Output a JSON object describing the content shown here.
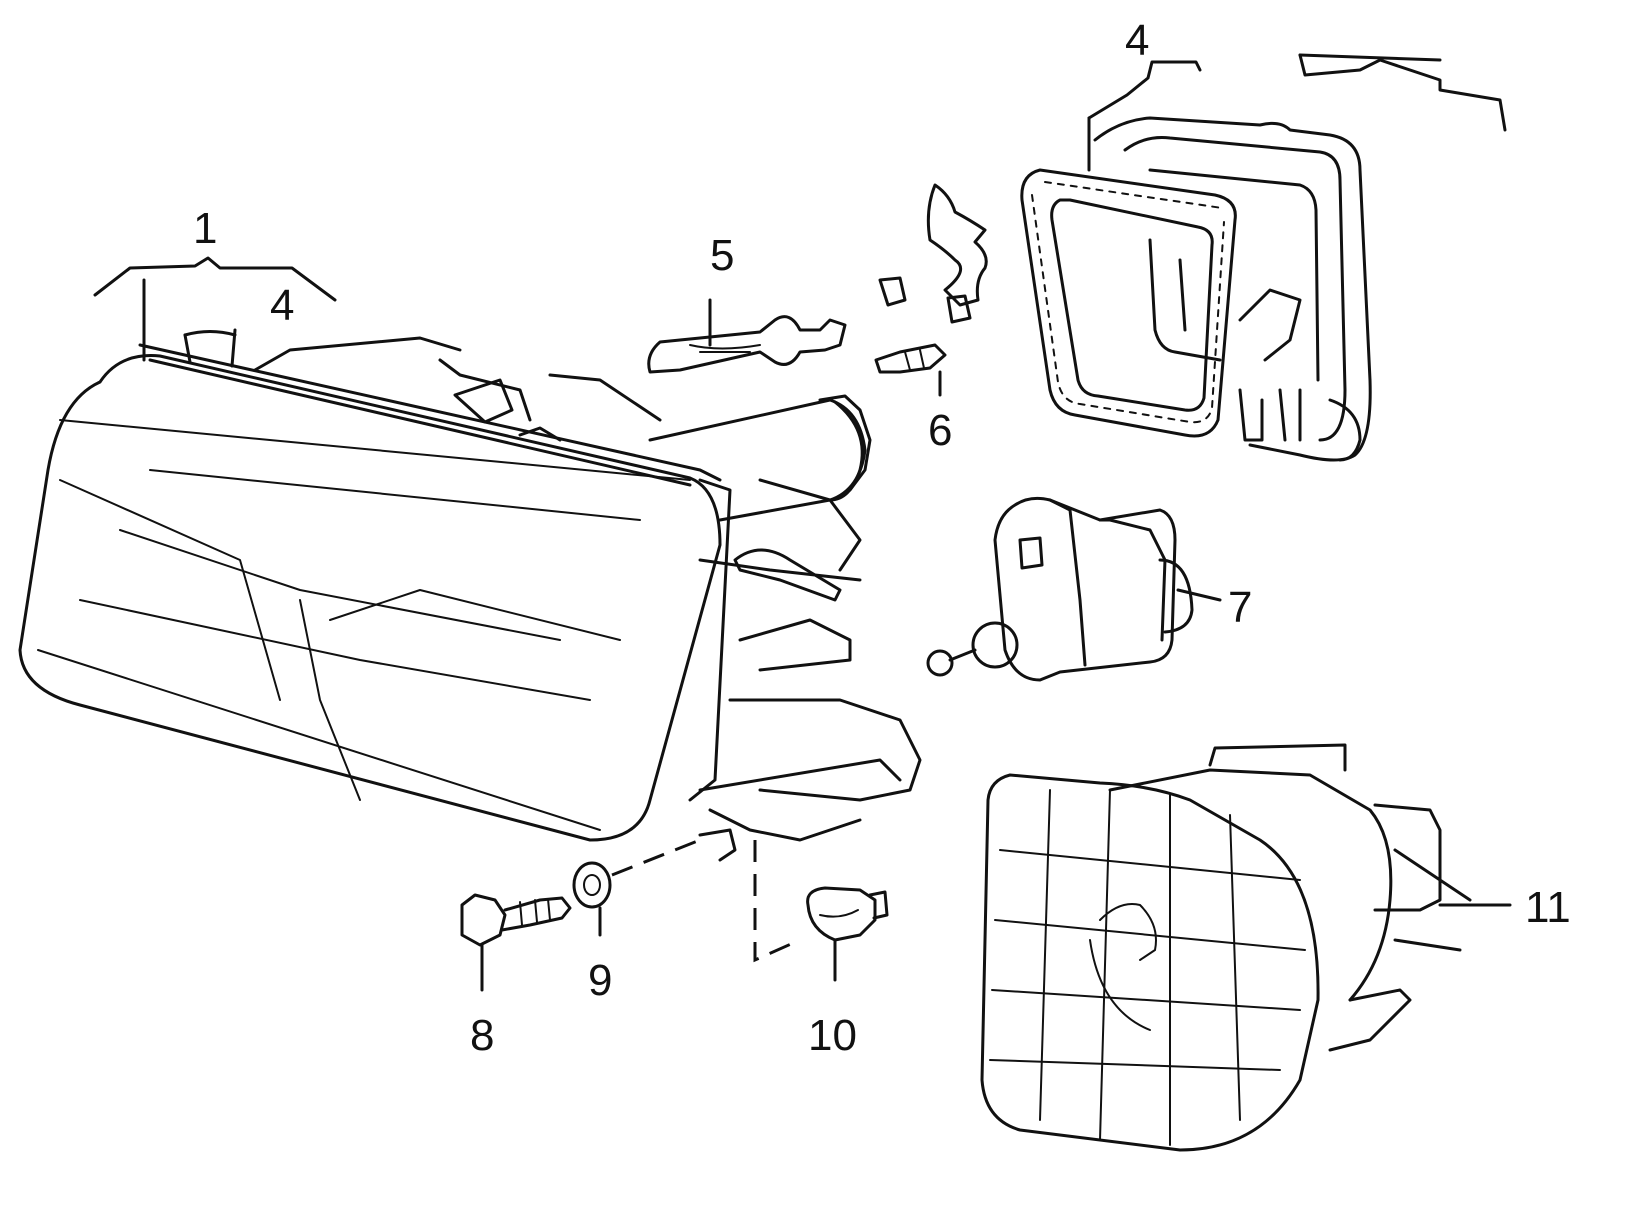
{
  "callouts": {
    "c1": "1",
    "c4_left": "4",
    "c4_top": "4",
    "c5": "5",
    "c6": "6",
    "c7": "7",
    "c8": "8",
    "c9": "9",
    "c10": "10",
    "c11": "11"
  }
}
